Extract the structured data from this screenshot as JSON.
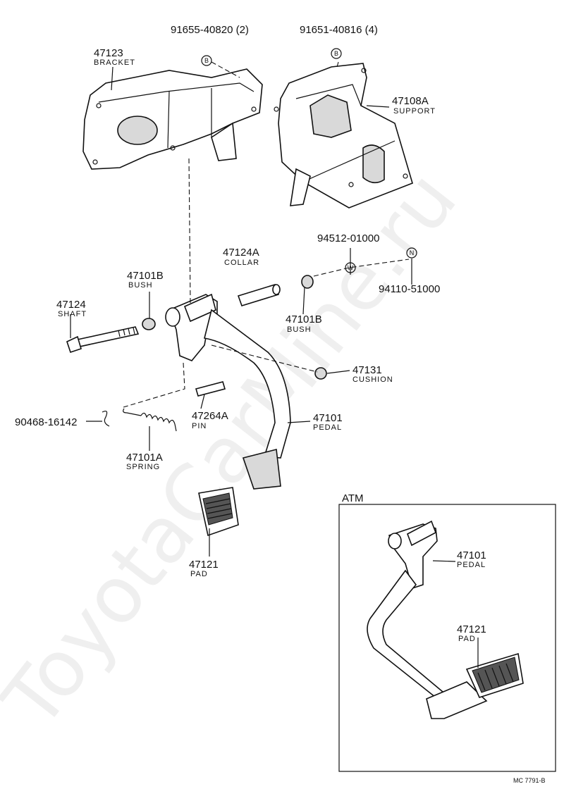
{
  "labels": {
    "bracket_no": "47123",
    "bracket_name": "BRACKET",
    "bolt2": "91655-40820 (2)",
    "bolt4": "91651-40816 (4)",
    "circle_b": "B",
    "circle_w": "W",
    "circle_n": "N",
    "support_no": "47108A",
    "support_name": "SUPPORT",
    "collar_no": "47124A",
    "collar_name": "COLLAR",
    "washer_no": "94512-01000",
    "nut_no": "94110-51000",
    "bush_l_no": "47101B",
    "bush_l_name": "BUSH",
    "bush_r_no": "47101B",
    "bush_r_name": "BUSH",
    "shaft_no": "47124",
    "shaft_name": "SHAFT",
    "cushion_no": "47131",
    "cushion_name": "CUSHION",
    "clip_no": "90468-16142",
    "pin_no": "47264A",
    "pin_name": "PIN",
    "pedal_no": "47101",
    "pedal_name": "PEDAL",
    "spring_no": "47101A",
    "spring_name": "SPRING",
    "pad_no": "47121",
    "pad_name": "PAD",
    "atm_title": "ATM",
    "atm_pedal_no": "47101",
    "atm_pedal_name": "PEDAL",
    "atm_pad_no": "47121",
    "atm_pad_name": "PAD",
    "diagram_code": "MC  7791-B",
    "watermark": "ToyotaCarMine.ru"
  }
}
